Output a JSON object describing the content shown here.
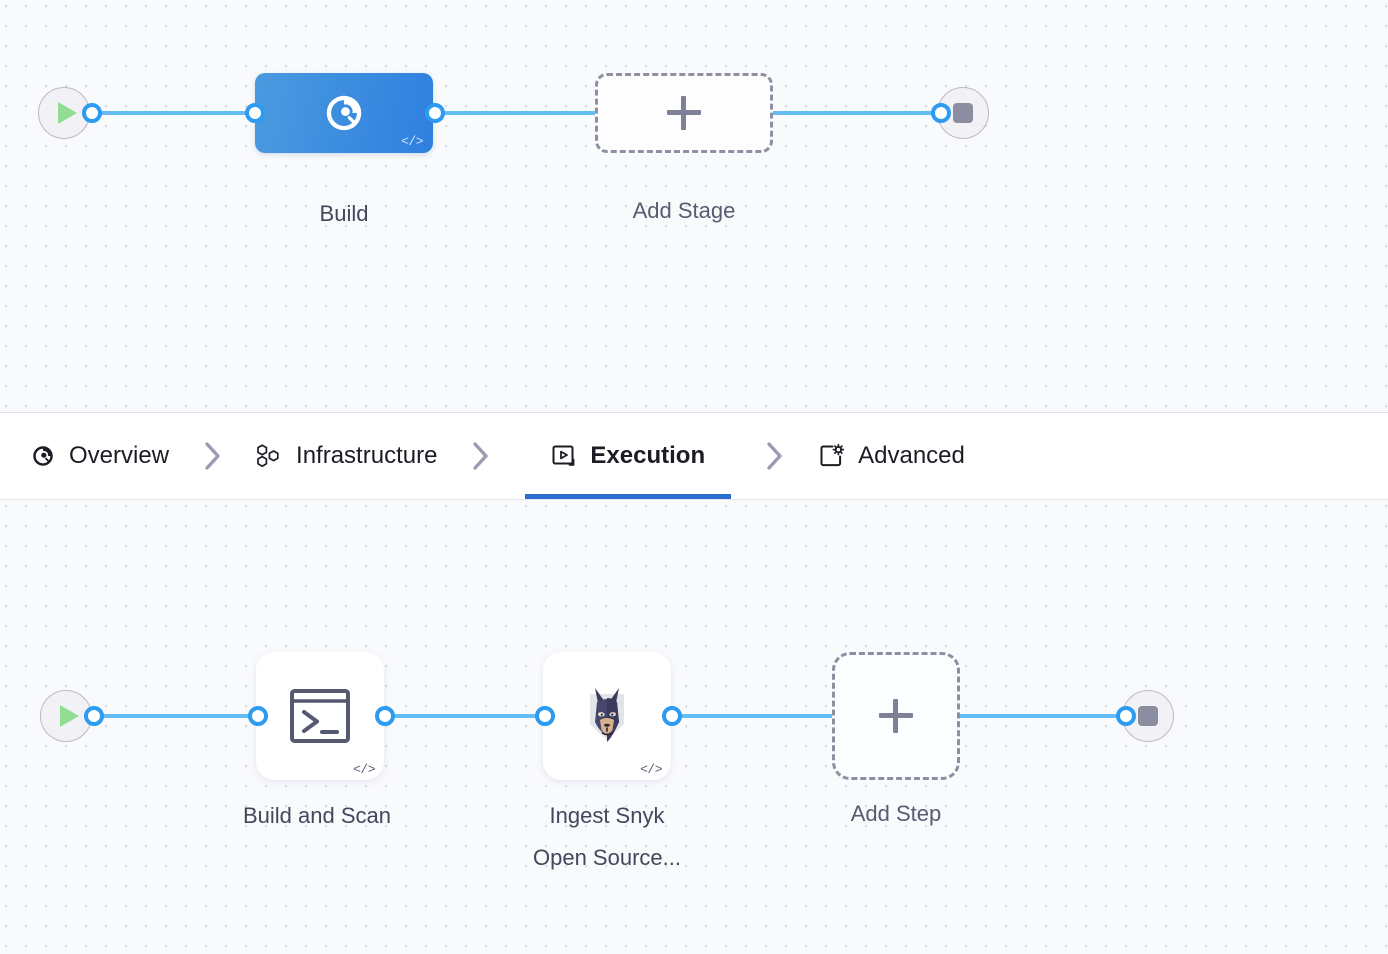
{
  "theme": {
    "canvas_bg": "#f9fafc",
    "grid_dot": "#dcdee5",
    "edge_blue": "#64bdf5",
    "port_blue": "#2c9bf0",
    "stage_node_blue": "#2f7fe0",
    "active_tab_underline": "#2a6fd0",
    "start_green": "#92dd93",
    "stop_gray": "#8b8da1",
    "caption_text": "#44475c"
  },
  "stage_row": {
    "start_node": {
      "name": "pipeline-start",
      "icon": "play-icon"
    },
    "end_node": {
      "name": "pipeline-end",
      "icon": "stop-icon"
    },
    "nodes": [
      {
        "id": "build",
        "label": "Build",
        "icon": "scan-circle-icon",
        "badge": "</>",
        "selected": true
      }
    ],
    "add_button": {
      "label": "Add Stage",
      "icon": "plus-icon"
    }
  },
  "tabs": {
    "items": [
      {
        "id": "overview",
        "label": "Overview",
        "icon": "scan-circle-icon",
        "active": false
      },
      {
        "id": "infrastructure",
        "label": "Infrastructure",
        "icon": "hexagon-cluster-icon",
        "active": false
      },
      {
        "id": "execution",
        "label": "Execution",
        "icon": "play-box-icon",
        "active": true
      },
      {
        "id": "advanced",
        "label": "Advanced",
        "icon": "frame-gear-icon",
        "active": false
      }
    ],
    "separator_icon": "chevron-right-icon"
  },
  "step_row": {
    "start_node": {
      "name": "execution-start",
      "icon": "play-icon"
    },
    "end_node": {
      "name": "execution-end",
      "icon": "stop-icon"
    },
    "nodes": [
      {
        "id": "build-and-scan",
        "label": "Build and Scan",
        "icon": "terminal-icon",
        "badge": "</>"
      },
      {
        "id": "ingest-snyk-open-source",
        "label": "Ingest Snyk\nOpen Source...",
        "icon": "snyk-doberman-icon",
        "badge": "</>"
      }
    ],
    "add_button": {
      "label": "Add Step",
      "icon": "plus-icon"
    }
  }
}
